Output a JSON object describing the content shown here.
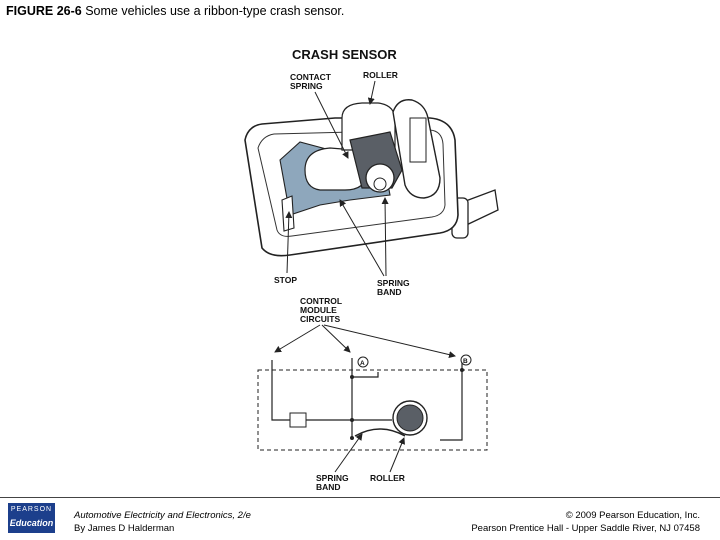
{
  "caption": {
    "figure_number": "FIGURE 26-6",
    "text": "Some vehicles use a ribbon-type crash sensor."
  },
  "diagram": {
    "title": "CRASH SENSOR",
    "labels": {
      "contact_spring_1": "CONTACT",
      "contact_spring_2": "SPRING",
      "roller_top": "ROLLER",
      "stop": "STOP",
      "spring_band_top_1": "SPRING",
      "spring_band_top_2": "BAND",
      "control_1": "CONTROL",
      "control_2": "MODULE",
      "control_3": "CIRCUITS",
      "terminal_a": "A",
      "terminal_b": "B",
      "spring_band_bottom_1": "SPRING",
      "spring_band_bottom_2": "BAND",
      "roller_bottom": "ROLLER"
    },
    "colors": {
      "band": "#8ea7bc",
      "roller_dark": "#5a5f66",
      "line": "#222222"
    }
  },
  "footer": {
    "logo_line1": "PEARSON",
    "logo_line2": "Education",
    "book_title": "Automotive Electricity and Electronics, 2/e",
    "author": "By James D Halderman",
    "copyright": "© 2009 Pearson Education, Inc.",
    "publisher": "Pearson Prentice Hall - Upper Saddle River, NJ 07458"
  }
}
